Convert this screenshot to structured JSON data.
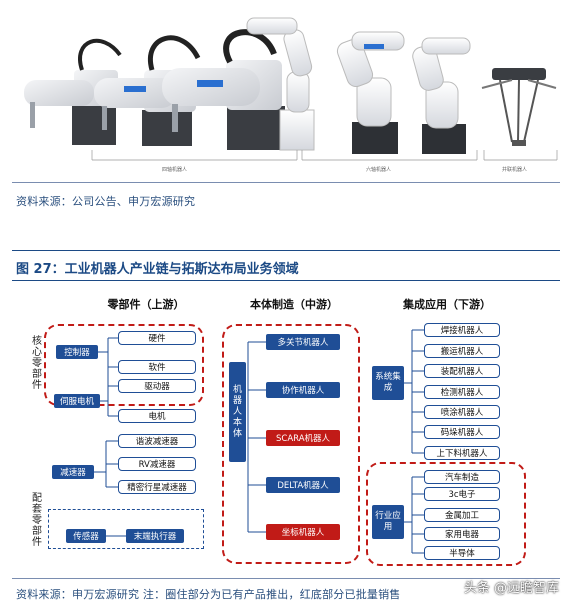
{
  "photo_strip": {
    "labels": [
      "四轴机器人",
      "六轴机器人",
      "并联机器人"
    ]
  },
  "source_top": "资料来源：公司公告、申万宏源研究",
  "figure_title": "图 27：工业机器人产业链与拓斯达布局业务领域",
  "diagram": {
    "headers": {
      "upstream": "零部件（上游）",
      "midstream": "本体制造（中游）",
      "downstream": "集成应用（下游）"
    },
    "side_labels": {
      "core": "核心零部件",
      "supporting": "配套零部件"
    },
    "upstream": {
      "controller": "控制器",
      "hardware": "硬件",
      "software": "软件",
      "driver": "驱动器",
      "servo": "伺服电机",
      "motor": "电机",
      "reducer": "减速器",
      "harmonic": "谐波减速器",
      "rv": "RV减速器",
      "planetary": "精密行星减速器",
      "sensor": "传感器",
      "end_effector": "末端执行器"
    },
    "midstream": {
      "body_label": "机器人本体",
      "items": [
        "多关节机器人",
        "协作机器人",
        "SCARA机器人",
        "DELTA机器人",
        "坐标机器人"
      ]
    },
    "downstream": {
      "system_integration": "系统集成",
      "system_items": [
        "焊接机器人",
        "搬运机器人",
        "装配机器人",
        "检测机器人",
        "喷涂机器人",
        "码垛机器人",
        "上下料机器人"
      ],
      "industry_application": "行业应用",
      "industry_items": [
        "汽车制造",
        "3c电子",
        "金属加工",
        "家用电器",
        "半导体"
      ]
    }
  },
  "source_bottom": "资料来源：申万宏源研究  注：圈住部分为已有产品推出，红底部分已批量销售",
  "watermark": "头条 @远瞻智库",
  "colors": {
    "blue": "#1f4e96",
    "red": "#c11b17",
    "title": "#1c4a85"
  }
}
